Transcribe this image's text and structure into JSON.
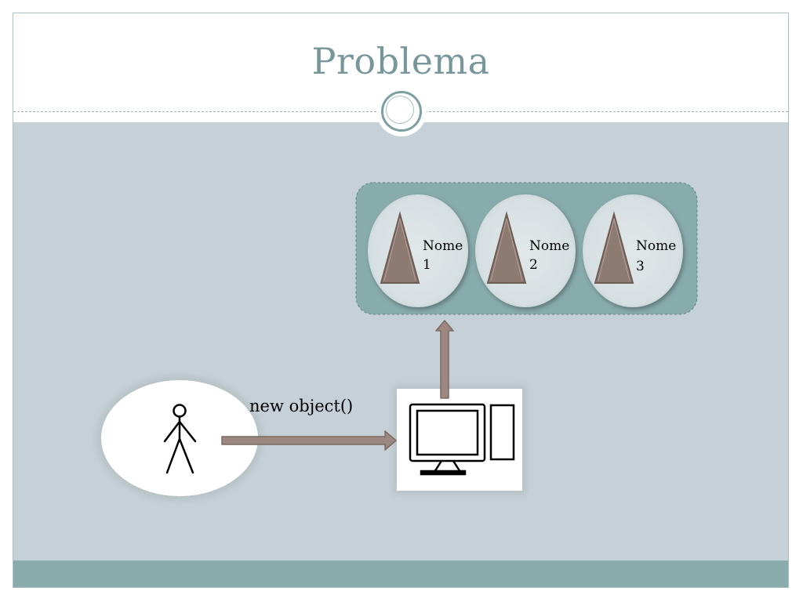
{
  "slide": {
    "title": "Problema"
  },
  "diagram": {
    "call_label": "new object()",
    "objects": [
      {
        "name_line1": "Nome",
        "name_line2": "1"
      },
      {
        "name_line1": "Nome",
        "name_line2": "2"
      },
      {
        "name_line1": "Nome",
        "name_line2": "3"
      }
    ],
    "icons": {
      "actor": "stick-figure-icon",
      "computer": "desktop-computer-icon",
      "object": "triangle-icon"
    },
    "colors": {
      "title": "#78979b",
      "content_background": "#c5d0d7",
      "footer": "#8aabac",
      "container": "#88abac",
      "object_fill": "#dbe3e6",
      "triangle": "#8d7b72",
      "arrow": "#9c8880"
    }
  }
}
